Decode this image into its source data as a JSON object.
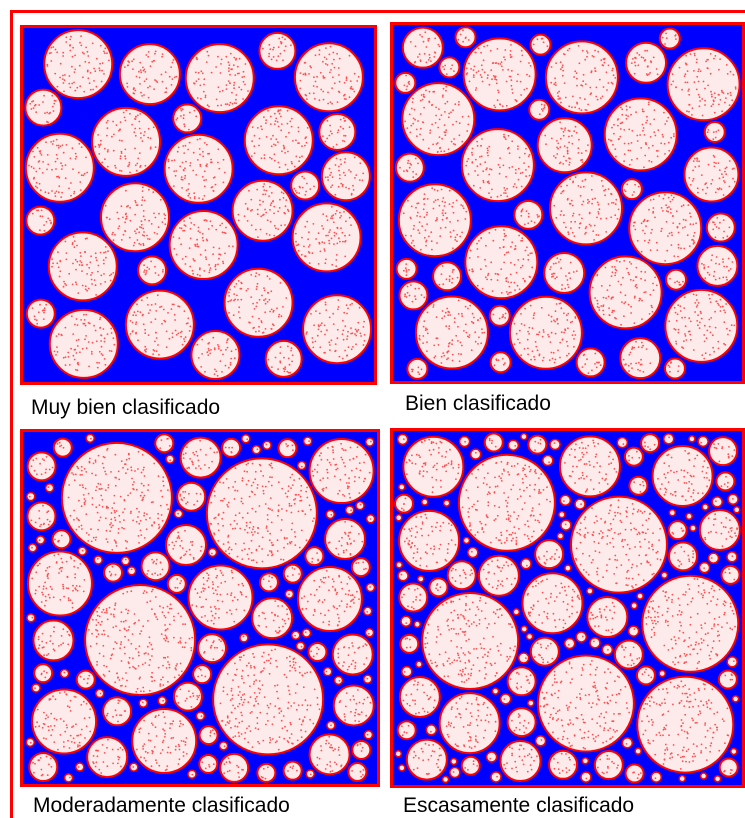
{
  "colors": {
    "background": "#ffffff",
    "frame": "#ff0000",
    "panel_fill": "#0000ff",
    "grain_fill": "#fdeaea",
    "grain_outline": "#ff0000",
    "dot": "#ff5050"
  },
  "panels": [
    {
      "id": "muy-bien",
      "label": "Muy bien clasificado"
    },
    {
      "id": "bien",
      "label": "Bien clasificado"
    },
    {
      "id": "moderadamente",
      "label": "Moderadamente clasificado"
    },
    {
      "id": "escasamente",
      "label": "Escasamente clasificado"
    }
  ]
}
